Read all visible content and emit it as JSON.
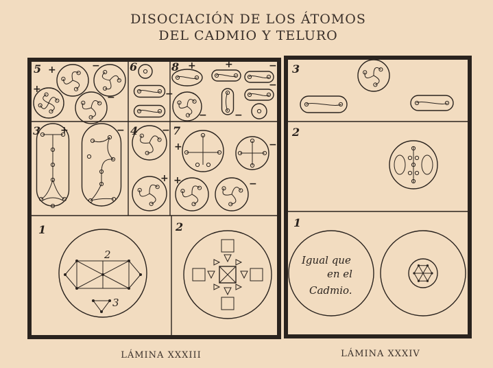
{
  "title": {
    "line1": "DISOCIACIÓN DE LOS ÁTOMOS",
    "line2": "DEL CADMIO Y TELURO"
  },
  "plates": [
    {
      "caption": "LÁMINA XXXIII",
      "panels": {
        "p5": {
          "num": "5",
          "signs": [
            "+",
            "−",
            "+",
            "−"
          ]
        },
        "p6": {
          "num": "6",
          "signs": [
            "−"
          ]
        },
        "p8": {
          "num": "8",
          "signs": [
            "+",
            "+",
            "−",
            "−",
            "−",
            "−"
          ]
        },
        "p3": {
          "num": "3",
          "signs": [
            "+",
            "−"
          ]
        },
        "p4": {
          "num": "4",
          "signs": [
            "−",
            "+"
          ]
        },
        "p7": {
          "num": "7",
          "signs": [
            "+",
            "−",
            "+",
            "−"
          ]
        },
        "p1": {
          "num": "1",
          "labels": [
            "2",
            "3"
          ]
        },
        "p2": {
          "num": "2"
        }
      }
    },
    {
      "caption": "LÁMINA XXXIV",
      "panels": {
        "p3": {
          "num": "3"
        },
        "p2": {
          "num": "2"
        },
        "p1": {
          "num": "1",
          "note": [
            "Igual que",
            "en el",
            "Cadmio."
          ]
        }
      }
    }
  ]
}
